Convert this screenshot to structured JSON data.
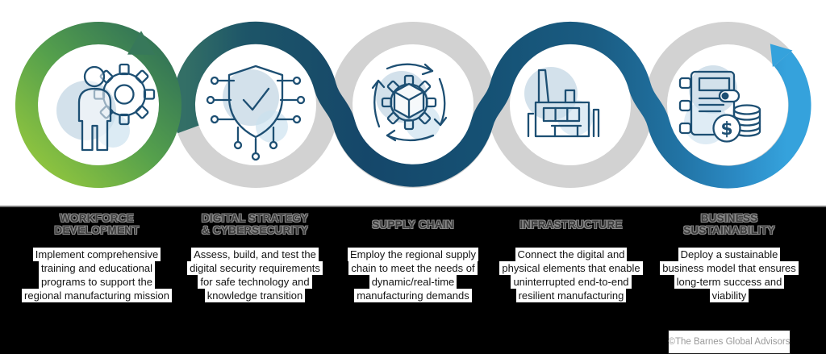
{
  "steps": [
    {
      "name": "workforce-development",
      "icon": "person-gear-icon",
      "heading_lines": [
        "WORKFORCE",
        "DEVELOPMENT"
      ],
      "description_lines": [
        "Implement comprehensive",
        "training and educational",
        "programs to support the",
        "regional manufacturing mission"
      ]
    },
    {
      "name": "digital-strategy-cybersecurity",
      "icon": "shield-check-circuit-icon",
      "heading_lines": [
        "DIGITAL STRATEGY",
        "& CYBERSECURITY"
      ],
      "description_lines": [
        "Assess, build, and test the",
        "digital security requirements",
        "for safe technology and",
        "knowledge transition"
      ]
    },
    {
      "name": "supply-chain",
      "icon": "gear-cube-cycle-icon",
      "heading_lines": [
        "SUPPLY CHAIN"
      ],
      "description_lines": [
        "Employ the regional supply",
        "chain to meet the needs of",
        "dynamic/real-time",
        "manufacturing demands"
      ]
    },
    {
      "name": "infrastructure",
      "icon": "factory-icon",
      "heading_lines": [
        "INFRASTRUCTURE"
      ],
      "description_lines": [
        "Connect the digital and",
        "physical elements that enable",
        "uninterrupted end-to-end",
        "resilient manufacturing"
      ]
    },
    {
      "name": "business-sustainability",
      "icon": "checklist-money-icon",
      "heading_lines": [
        "BUSINESS",
        "SUSTAINABILITY"
      ],
      "description_lines": [
        "Deploy a sustainable",
        "business model that ensures",
        "long-term success and",
        "viability"
      ]
    }
  ],
  "footer": {
    "copyright": "©The Barnes Global Advisors"
  },
  "colors": {
    "ribbon_green_start": "#96C93D",
    "ribbon_green_end": "#2E6E58",
    "ribbon_teal": "#336F66",
    "ribbon_navy": "#15476A",
    "ribbon_blue": "#35A2DC",
    "ring_gray": "#D2D2D2",
    "icon_stroke": "#1D4F73",
    "icon_blob_dark": "#AEC8DB",
    "icon_blob_light": "#C9E0EE",
    "panel_background": "#000000",
    "heading_text": "#3C3C3C",
    "description_background": "#FFFFFF"
  }
}
